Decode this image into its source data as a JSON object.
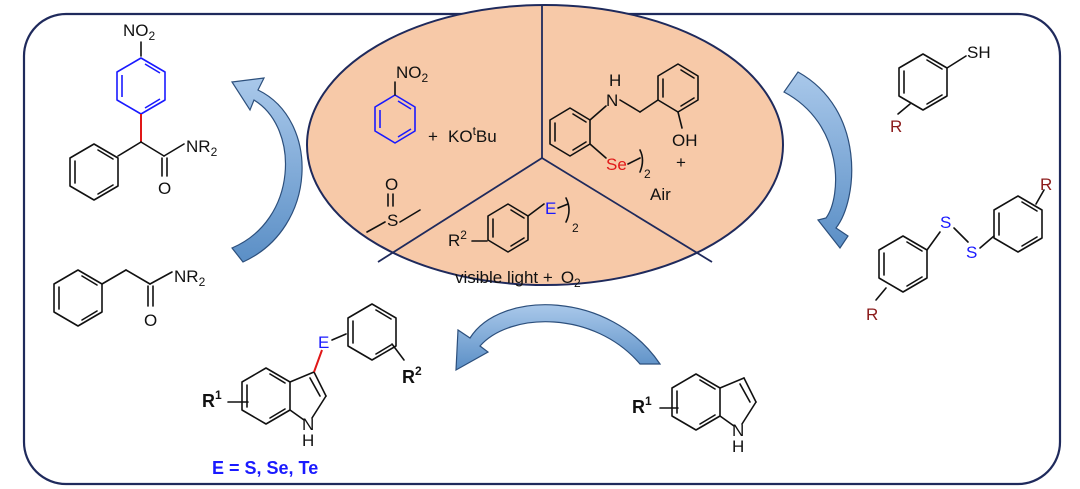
{
  "center": {
    "top_left": {
      "nitro_label": "NO",
      "nitro_sub": "2",
      "reagent_plus": "+",
      "reagent_ko": "KO",
      "reagent_t": "t",
      "reagent_bu": "Bu",
      "dmso_o": "O",
      "dmso_s": "S"
    },
    "top_right": {
      "nh_label": "H",
      "n_label": "N",
      "oh_label": "OH",
      "se_label": "Se",
      "sub_2": "2",
      "plus": "+",
      "air": "Air"
    },
    "bottom": {
      "r2_label": "R",
      "r2_sup": "2",
      "e_label": "E",
      "sub_2": "2",
      "conditions": "visible light +",
      "o2": "O",
      "o2_sub": "2"
    }
  },
  "left": {
    "product_nitro": "NO",
    "product_nitro_sub": "2",
    "product_amide": "NR",
    "product_amide_sub": "2",
    "product_o": "O",
    "sm_amide": "NR",
    "sm_amide_sub": "2",
    "sm_o": "O"
  },
  "right": {
    "thiol": "SH",
    "thiol_r": "R",
    "disulfide_s1": "S",
    "disulfide_s2": "S",
    "disulfide_r1": "R",
    "disulfide_r2": "R"
  },
  "bottom": {
    "product_r1": "R",
    "product_r1_sup": "1",
    "product_e": "E",
    "product_r2": "R",
    "product_r2_sup": "2",
    "product_nh_n": "N",
    "product_nh_h": "H",
    "sm_r1": "R",
    "sm_r1_sup": "1",
    "sm_nh_n": "N",
    "sm_nh_h": "H",
    "caption": "E = S, Se, Te"
  },
  "colors": {
    "ellipse_fill": "#f7c9a8",
    "ellipse_stroke": "#1f2a5c",
    "frame_stroke": "#1f2a5c",
    "arrow_fill": "#7aa7d6",
    "arrow_edge": "#2c4f7c",
    "accent_blue": "#1a1aff",
    "accent_red": "#e01818",
    "accent_dark_red": "#8b1a1a"
  }
}
